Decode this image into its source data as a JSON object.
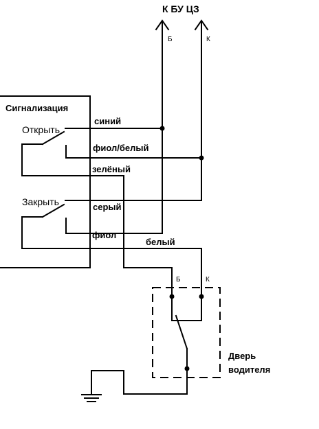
{
  "header": {
    "title": "К БУ ЦЗ"
  },
  "top_terminals": {
    "left": "Б",
    "right": "К"
  },
  "alarm": {
    "title": "Сигнализация",
    "open_label": "Открыть",
    "close_label": "Закрыть"
  },
  "wires": {
    "blue": "синий",
    "violet_white": "фиол/белый",
    "green": "зелёный",
    "grey": "серый",
    "violet": "фиол",
    "white": "белый"
  },
  "door_switch": {
    "terminal_left": "Б",
    "terminal_right": "К",
    "label_line1": "Дверь",
    "label_line2": "водителя"
  }
}
